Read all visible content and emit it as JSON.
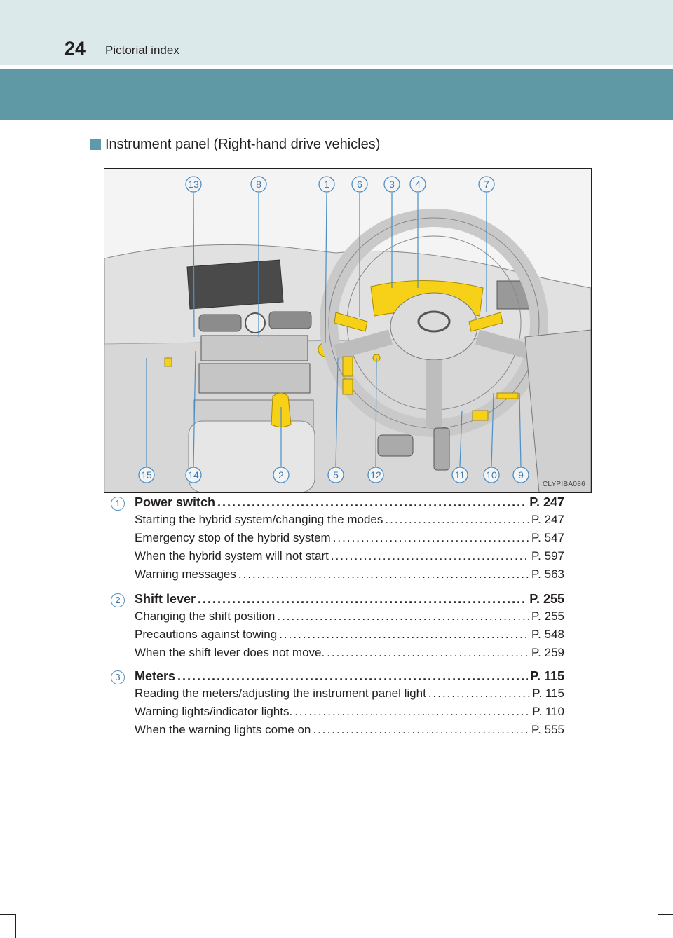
{
  "header": {
    "page_number": "24",
    "title": "Pictorial index"
  },
  "section": {
    "heading": "Instrument panel (Right-hand drive vehicles)"
  },
  "figure": {
    "code": "CLYPIBA086",
    "top_callouts": [
      "13",
      "8",
      "1",
      "6",
      "3",
      "4",
      "7"
    ],
    "bottom_callouts": [
      "15",
      "14",
      "2",
      "5",
      "12",
      "11",
      "10",
      "9"
    ],
    "colors": {
      "highlight": "#f7d117",
      "callout": "#3d7bb3"
    }
  },
  "entries": [
    {
      "number": "1",
      "title": "Power switch",
      "ref": "P. 247",
      "items": [
        {
          "label": "Starting the hybrid system/changing the modes",
          "ref": "P. 247"
        },
        {
          "label": "Emergency stop of the hybrid system",
          "ref": "P. 547"
        },
        {
          "label": "When the hybrid system will not start",
          "ref": "P. 597"
        },
        {
          "label": "Warning messages",
          "ref": "P. 563"
        }
      ]
    },
    {
      "number": "2",
      "title": "Shift lever",
      "ref": "P. 255",
      "items": [
        {
          "label": "Changing the shift position",
          "ref": "P. 255"
        },
        {
          "label": "Precautions against towing",
          "ref": "P. 548"
        },
        {
          "label": "When the shift lever does not move.",
          "ref": "P. 259"
        }
      ]
    },
    {
      "number": "3",
      "title": "Meters",
      "ref": "P. 115",
      "items": [
        {
          "label": "Reading the meters/adjusting the instrument panel light",
          "ref": "P. 115"
        },
        {
          "label": "Warning lights/indicator lights.",
          "ref": "P. 110"
        },
        {
          "label": "When the warning lights come on",
          "ref": "P. 555"
        }
      ]
    }
  ]
}
